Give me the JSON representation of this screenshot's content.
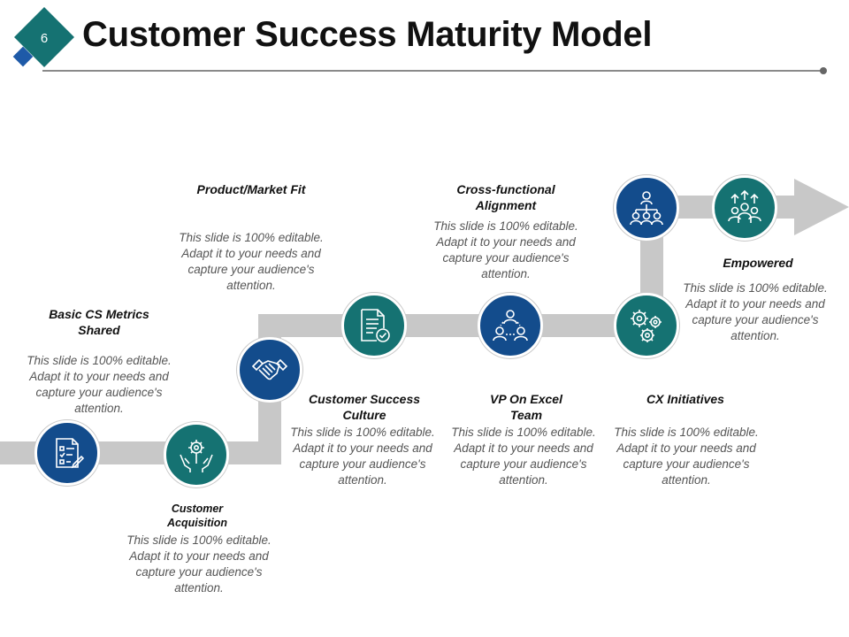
{
  "slide": {
    "number": "6",
    "title": "Customer Success Maturity Model",
    "accent_blue": "#134c8c",
    "accent_teal": "#157272",
    "path_color": "#c8c8c8"
  },
  "stages": [
    {
      "id": "basic-cs-metrics",
      "icon": "checklist-icon",
      "title": "Basic CS Metrics Shared",
      "description": "This slide is 100% editable. Adapt it to your needs and capture your audience's attention."
    },
    {
      "id": "customer-acquisition",
      "icon": "hands-gear-icon",
      "title": "Customer Acquisition",
      "description": "This slide is 100% editable. Adapt it to your needs and capture your audience's attention."
    },
    {
      "id": "product-market-fit",
      "icon": "handshake-icon",
      "title": "Product/Market Fit",
      "description": "This slide is 100% editable. Adapt it to your needs and capture your audience's attention."
    },
    {
      "id": "customer-success-culture",
      "icon": "document-check-icon",
      "title": "Customer Success Culture",
      "description": "This slide is 100% editable. Adapt it to your needs and capture your audience's attention."
    },
    {
      "id": "vp-on-excel-team",
      "icon": "team-network-icon",
      "title": "VP On Excel Team",
      "description": "This slide is 100% editable. Adapt it to your needs and capture your audience's attention."
    },
    {
      "id": "cross-functional-alignment",
      "icon": "team-network-icon",
      "title": "Cross-functional Alignment",
      "description": "This slide is 100% editable. Adapt it to your needs and capture your audience's attention."
    },
    {
      "id": "cx-initiatives",
      "icon": "gears-icon",
      "title": "CX Initiatives",
      "description": "This slide is 100% editable. Adapt it to your needs and capture your audience's attention."
    },
    {
      "id": "org-hierarchy",
      "icon": "org-hierarchy-icon"
    },
    {
      "id": "empowered",
      "icon": "people-growth-icon",
      "title": "Empowered",
      "description": "This slide is 100% editable. Adapt it to your needs and capture your audience's attention."
    }
  ]
}
